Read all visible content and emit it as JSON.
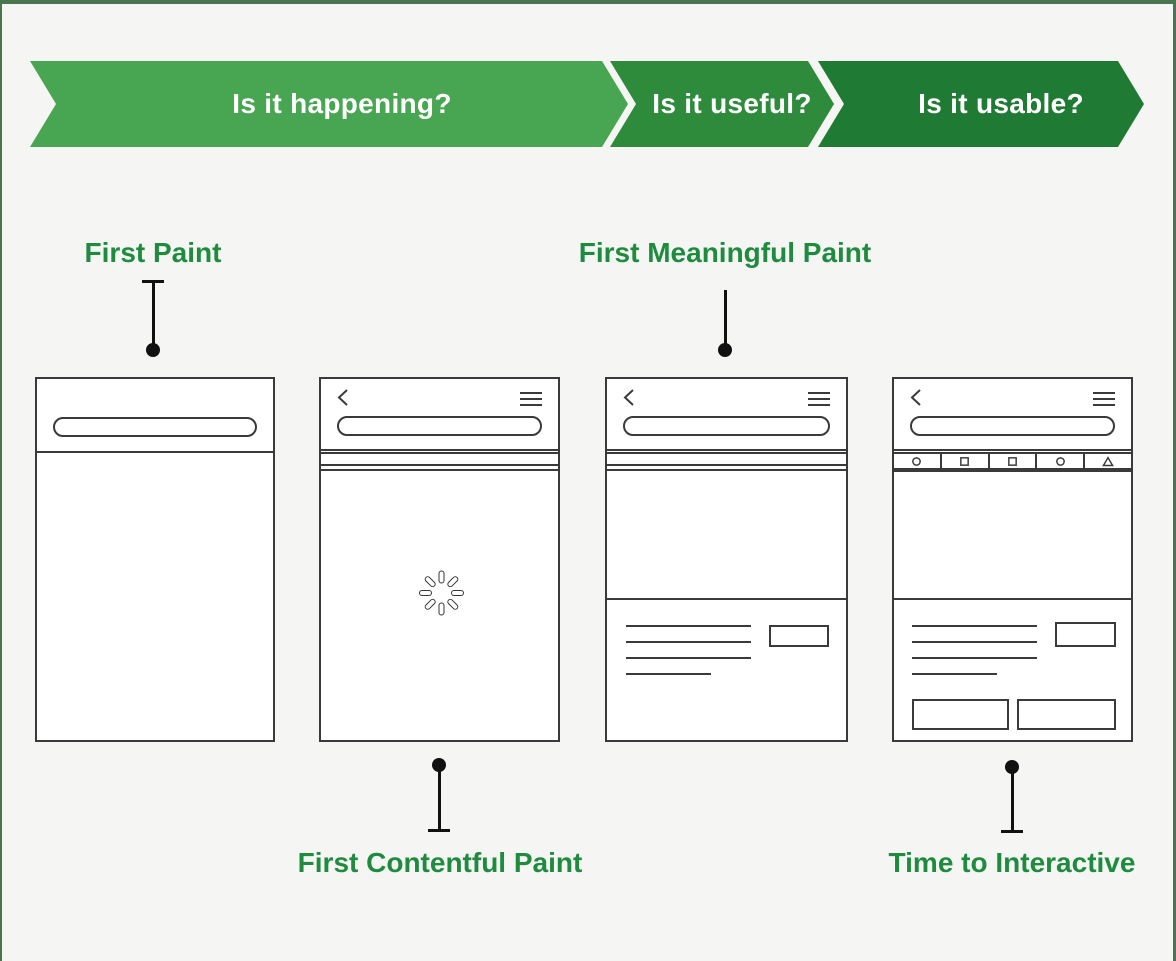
{
  "banner": {
    "segments": [
      {
        "label": "Is it happening?",
        "color": "#48a551"
      },
      {
        "label": "Is it useful?",
        "color": "#2e8b3c"
      },
      {
        "label": "Is it usable?",
        "color": "#1f7a33"
      }
    ],
    "text_color": "#ffffff"
  },
  "metrics": {
    "first_paint": {
      "label": "First Paint"
    },
    "first_contentful_paint": {
      "label": "First Contentful Paint"
    },
    "first_meaningful_paint": {
      "label": "First Meaningful Paint"
    },
    "time_to_interactive": {
      "label": "Time to Interactive"
    }
  },
  "phones": [
    {
      "name": "first-paint-screen",
      "elements": [
        "address-bar-pill"
      ]
    },
    {
      "name": "first-contentful-paint-screen",
      "elements": [
        "back-icon",
        "hamburger-menu-icon",
        "address-bar-pill",
        "toolbar-strip",
        "loading-spinner"
      ]
    },
    {
      "name": "first-meaningful-paint-screen",
      "elements": [
        "back-icon",
        "hamburger-menu-icon",
        "address-bar-pill",
        "toolbar-strip",
        "hero-block",
        "text-lines",
        "button-placeholder"
      ]
    },
    {
      "name": "time-to-interactive-screen",
      "elements": [
        "back-icon",
        "hamburger-menu-icon",
        "address-bar-pill",
        "icon-toolbar",
        "hero-block",
        "text-lines",
        "button-placeholder",
        "bottom-buttons"
      ],
      "icon_toolbar": [
        "circle",
        "square",
        "square",
        "circle",
        "triangle"
      ]
    }
  ],
  "colors": {
    "background": "#f5f5f4",
    "frame_accent": "#4a7551",
    "banner_green_light": "#48a551",
    "banner_green_mid": "#2e8b3c",
    "banner_green_dark": "#1f7a33",
    "label_green": "#1f8b3e",
    "wireframe_line": "#3a3a3a",
    "connector_black": "#111111"
  }
}
